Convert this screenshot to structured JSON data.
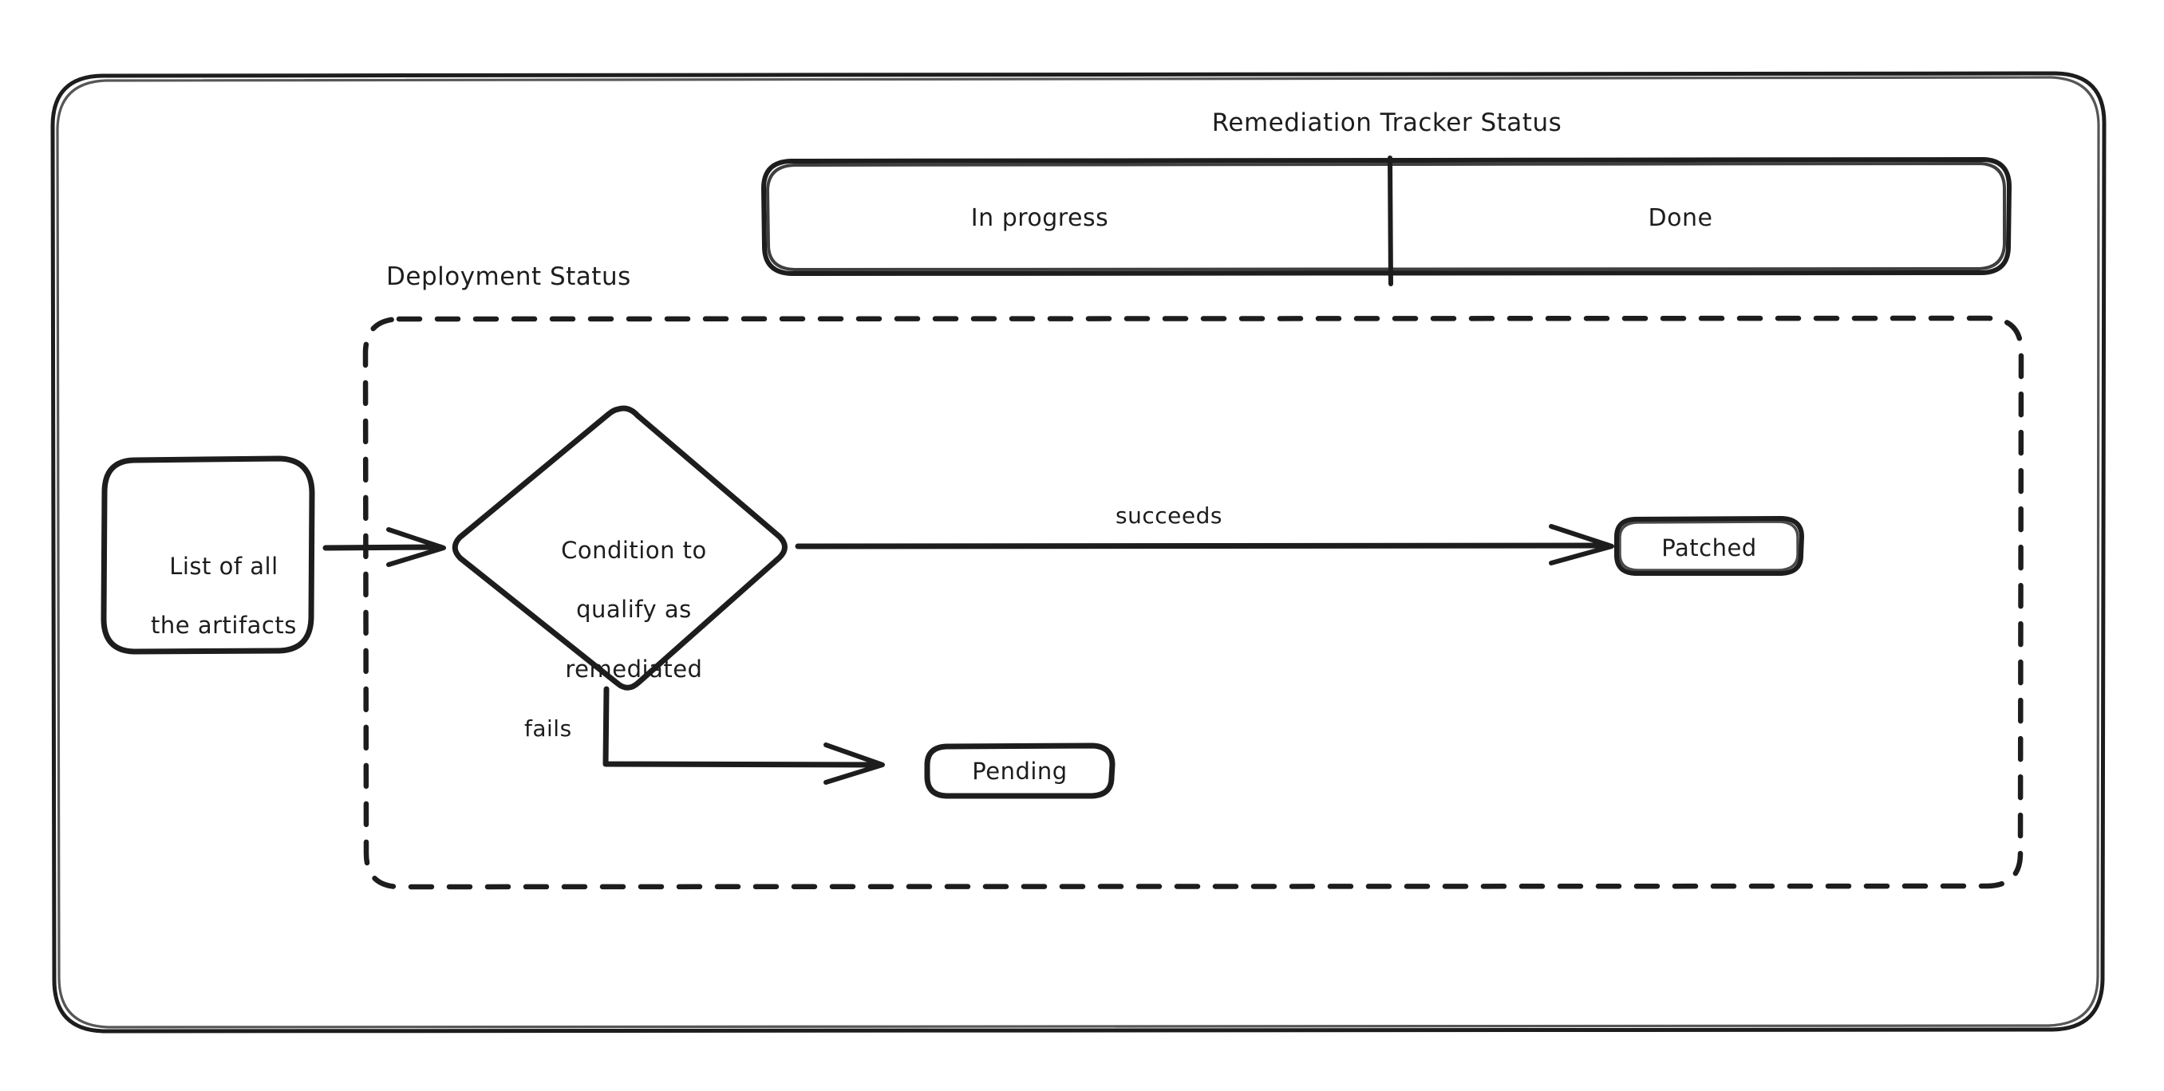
{
  "diagram": {
    "title": "Remediation Tracker Status",
    "type": "flowchart",
    "style": "hand-drawn",
    "colors": {
      "stroke": "#1d1d1d",
      "background": "#ffffff",
      "text": "#1d1d1d"
    },
    "outer_container": {
      "name": "remediation-tracker-container",
      "shape": "rounded-rectangle",
      "border": "solid"
    },
    "tracker_bar": {
      "name": "remediation-tracker-status-bar",
      "label": "Remediation Tracker Status",
      "lanes": [
        {
          "id": "in-progress",
          "label": "In progress"
        },
        {
          "id": "done",
          "label": "Done"
        }
      ]
    },
    "deployment_group": {
      "name": "deployment-status-group",
      "label": "Deployment Status",
      "border": "dashed",
      "shape": "rounded-rectangle"
    },
    "nodes": [
      {
        "id": "artifacts",
        "name": "node-list-of-artifacts",
        "shape": "rounded-square",
        "lines": [
          "List of all",
          "the artifacts"
        ]
      },
      {
        "id": "condition",
        "name": "node-condition-decision",
        "shape": "diamond",
        "lines": [
          "Condition to",
          "qualify as",
          "remediated"
        ]
      },
      {
        "id": "patched",
        "name": "node-patched",
        "shape": "rounded-rectangle",
        "lines": [
          "Patched"
        ]
      },
      {
        "id": "pending",
        "name": "node-pending",
        "shape": "rounded-rectangle",
        "lines": [
          "Pending"
        ]
      }
    ],
    "edges": [
      {
        "id": "artifacts-to-condition",
        "name": "edge-artifacts-to-condition",
        "from": "artifacts",
        "to": "condition",
        "label": ""
      },
      {
        "id": "condition-succeeds",
        "name": "edge-condition-succeeds-patched",
        "from": "condition",
        "to": "patched",
        "label": "succeeds"
      },
      {
        "id": "condition-fails",
        "name": "edge-condition-fails-pending",
        "from": "condition",
        "to": "pending",
        "label": "fails"
      }
    ]
  }
}
